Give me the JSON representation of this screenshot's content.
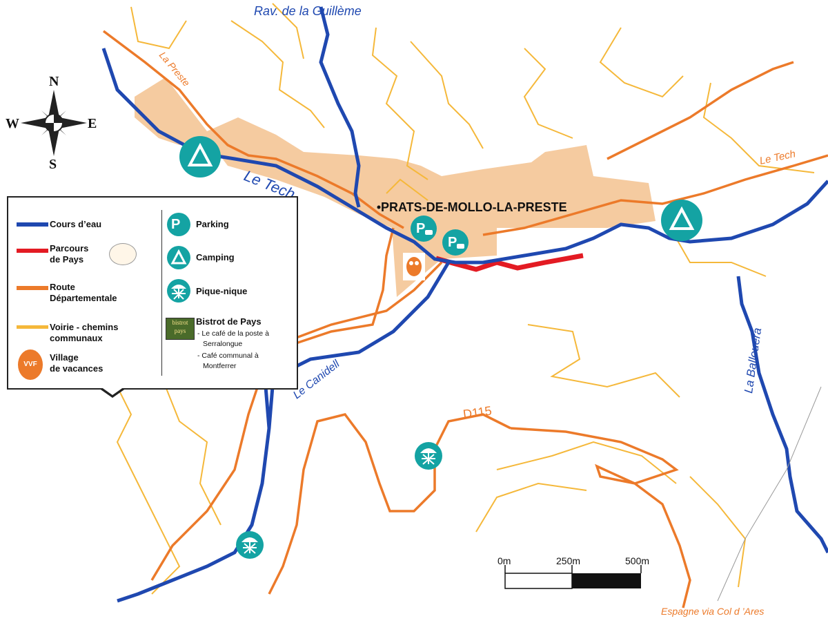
{
  "map": {
    "town": "PRATS-DE-MOLLO-LA-PRESTE",
    "labels": {
      "rav_guilleme": "Rav. de la Guillème",
      "la_preste": "La Preste",
      "le_tech_river": "Le Tech",
      "le_tech_road": "Le Tech",
      "le_canidell": "Le Canidell",
      "la_ballouera": "La Ballouera",
      "d115": "D115",
      "espagne": "Espagne via Col d ’Ares"
    },
    "compass": {
      "n": "N",
      "s": "S",
      "e": "E",
      "w": "W"
    },
    "scale": {
      "tick0": "0m",
      "tick1": "250m",
      "tick2": "500m"
    }
  },
  "legend": {
    "cours_eau": "Cours d’eau",
    "parcours_l1": "Parcours",
    "parcours_l2": "de Pays",
    "route_l1": "Route",
    "route_l2": "Départementale",
    "voirie_l1": "Voirie - chemins",
    "voirie_l2": "communaux",
    "village_l1": "Village",
    "village_l2": "de vacances",
    "parking": "Parking",
    "camping": "Camping",
    "pique_nique": "Pique-nique",
    "bistrot": "Bistrot de Pays",
    "bistrot_item1_l1": "- Le café de la poste à",
    "bistrot_item1_l2": "Serralongue",
    "bistrot_item2_l1": "- Café communal à",
    "bistrot_item2_l2": "Montferrer",
    "vvf_logo": "VVF",
    "bistrot_logo_l1": "bistrot",
    "bistrot_logo_l2": "pays"
  },
  "colors": {
    "river": "#1f48b0",
    "route": "#ec7a2a",
    "voirie": "#f5b83a",
    "parcours": "#e31b23",
    "urban": "#f5cba0",
    "teal": "#14a3a3"
  }
}
